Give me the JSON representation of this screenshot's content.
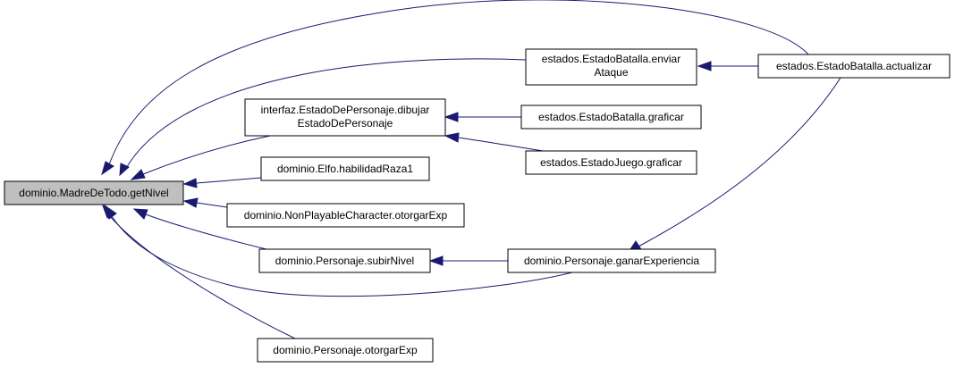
{
  "graph": {
    "colors": {
      "edge": "#191970",
      "root_fill": "#bfbfbf",
      "node_fill": "#ffffff",
      "node_border": "#000000"
    },
    "nodes": {
      "getNivel": "dominio.MadreDeTodo.getNivel",
      "enviarAtaque": [
        "estados.EstadoBatalla.enviar",
        "Ataque"
      ],
      "actualizar": "estados.EstadoBatalla.actualizar",
      "dibujarEstado": [
        "interfaz.EstadoDePersonaje.dibujar",
        "EstadoDePersonaje"
      ],
      "batallaGraficar": "estados.EstadoBatalla.graficar",
      "juegoGraficar": "estados.EstadoJuego.graficar",
      "elfoHabilidad": "dominio.Elfo.habilidadRaza1",
      "npcOtorgarExp": "dominio.NonPlayableCharacter.otorgarExp",
      "subirNivel": "dominio.Personaje.subirNivel",
      "ganarExperiencia": "dominio.Personaje.ganarExperiencia",
      "personajeOtorgarExp": "dominio.Personaje.otorgarExp"
    },
    "edges": [
      {
        "from": "actualizar",
        "to": "getNivel"
      },
      {
        "from": "enviarAtaque",
        "to": "getNivel"
      },
      {
        "from": "actualizar",
        "to": "enviarAtaque"
      },
      {
        "from": "dibujarEstado",
        "to": "getNivel"
      },
      {
        "from": "batallaGraficar",
        "to": "dibujarEstado"
      },
      {
        "from": "juegoGraficar",
        "to": "dibujarEstado"
      },
      {
        "from": "elfoHabilidad",
        "to": "getNivel"
      },
      {
        "from": "npcOtorgarExp",
        "to": "getNivel"
      },
      {
        "from": "subirNivel",
        "to": "getNivel"
      },
      {
        "from": "ganarExperiencia",
        "to": "subirNivel"
      },
      {
        "from": "ganarExperiencia",
        "to": "getNivel"
      },
      {
        "from": "actualizar",
        "to": "ganarExperiencia"
      },
      {
        "from": "personajeOtorgarExp",
        "to": "getNivel"
      }
    ]
  }
}
